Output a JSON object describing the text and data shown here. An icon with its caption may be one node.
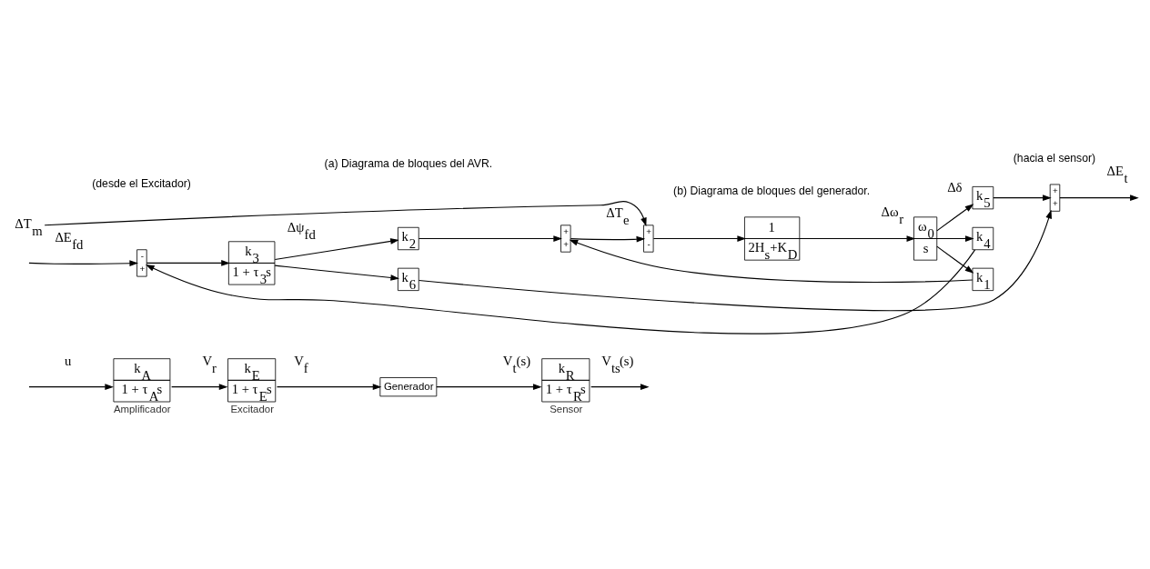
{
  "diagram": {
    "nodes": [
      {
        "text": [
          "k$_{A}$",
          "1 + τ$_{A}$s"
        ],
        "beside": [
          "Amplificador"
        ]
      },
      {
        "text": [
          "k$_{E}$",
          "1 + τ$_{E}$s"
        ],
        "beside": [
          "Excitador"
        ]
      },
      {
        "text": [
          "Generador"
        ]
      },
      {
        "text": [
          "k$_{R}$",
          "1 + τ$_{R}$s"
        ],
        "beside": [
          "Sensor"
        ]
      },
      {
        "text": [
          "-",
          "+"
        ]
      },
      {
        "text": [
          "k$_{3}$",
          "1 + τ$_{3}$s"
        ]
      },
      {
        "text": [
          "k$_{2}$"
        ]
      },
      {
        "text": [
          "+",
          "+"
        ]
      },
      {
        "text": [
          "+",
          "-"
        ]
      },
      {
        "text": [
          "1",
          "2H$_{s}$+K$_{D}$"
        ]
      },
      {
        "text": [
          "ω$_{0}$",
          "s"
        ]
      },
      {
        "text": [
          "k$_{5}$"
        ]
      },
      {
        "text": [
          "+",
          "+"
        ]
      },
      {
        "text": [
          "k$_{4}$"
        ]
      },
      {
        "text": [
          "k$_{1}$"
        ]
      },
      {
        "text": [
          "k$_{6}$"
        ]
      },
      {
        "text": [
          "ΔT$_{m}$"
        ]
      }
    ],
    "edges": [
      {
        "from": null,
        "to": 0,
        "arrow": "to",
        "label": "u"
      },
      {
        "from": 0,
        "to": 1,
        "arrow": "to",
        "label": "V$_{r}$"
      },
      {
        "from": 1,
        "to": 2,
        "arrow": "to",
        "label": "V$_{f}$"
      },
      {
        "from": 2,
        "to": 3,
        "arrow": "to",
        "label": "V$_{t}$(s)"
      },
      {
        "from": 3,
        "to": null,
        "arrow": "to",
        "label": "V$_{ts}$(s)"
      },
      {
        "from": null,
        "to": 4,
        "arrow": "to",
        "label": "ΔE$_{fd}$"
      },
      {
        "from": 13,
        "to": 4,
        "arrow": "to"
      },
      {
        "from": 4,
        "to": 5,
        "arrow": "to"
      },
      {
        "from": 5,
        "to": 6,
        "arrow": "to",
        "label": "Δψ$_{fd}$"
      },
      {
        "from": 5,
        "to": 15,
        "arrow": "to"
      },
      {
        "from": 6,
        "to": 7,
        "arrow": "to"
      },
      {
        "from": 14,
        "to": 7,
        "arrow": "to"
      },
      {
        "from": 7,
        "to": 8,
        "arrow": "to",
        "label": "ΔT$_{e}$"
      },
      {
        "from": 16,
        "to": 8,
        "arrow": "to"
      },
      {
        "from": 8,
        "to": 9,
        "arrow": "to"
      },
      {
        "from": 9,
        "to": 10,
        "arrow": "to",
        "label": "Δω$_{r}$"
      },
      {
        "from": 10,
        "to": 11,
        "arrow": "to",
        "label": "Δδ"
      },
      {
        "from": 10,
        "to": 13,
        "arrow": "to"
      },
      {
        "from": 10,
        "to": 14,
        "arrow": "to"
      },
      {
        "from": 11,
        "to": 12,
        "arrow": "to"
      },
      {
        "from": 15,
        "to": 12,
        "arrow": "to"
      },
      {
        "from": 12,
        "to": null,
        "arrow": "to",
        "label": "ΔE$_{t}$"
      }
    ],
    "labels": [
      "(a) Diagrama de bloques del AVR.",
      "(desde el Excitador)",
      "(hacia el sensor)",
      "(b) Diagrama de bloques del generador."
    ]
  }
}
